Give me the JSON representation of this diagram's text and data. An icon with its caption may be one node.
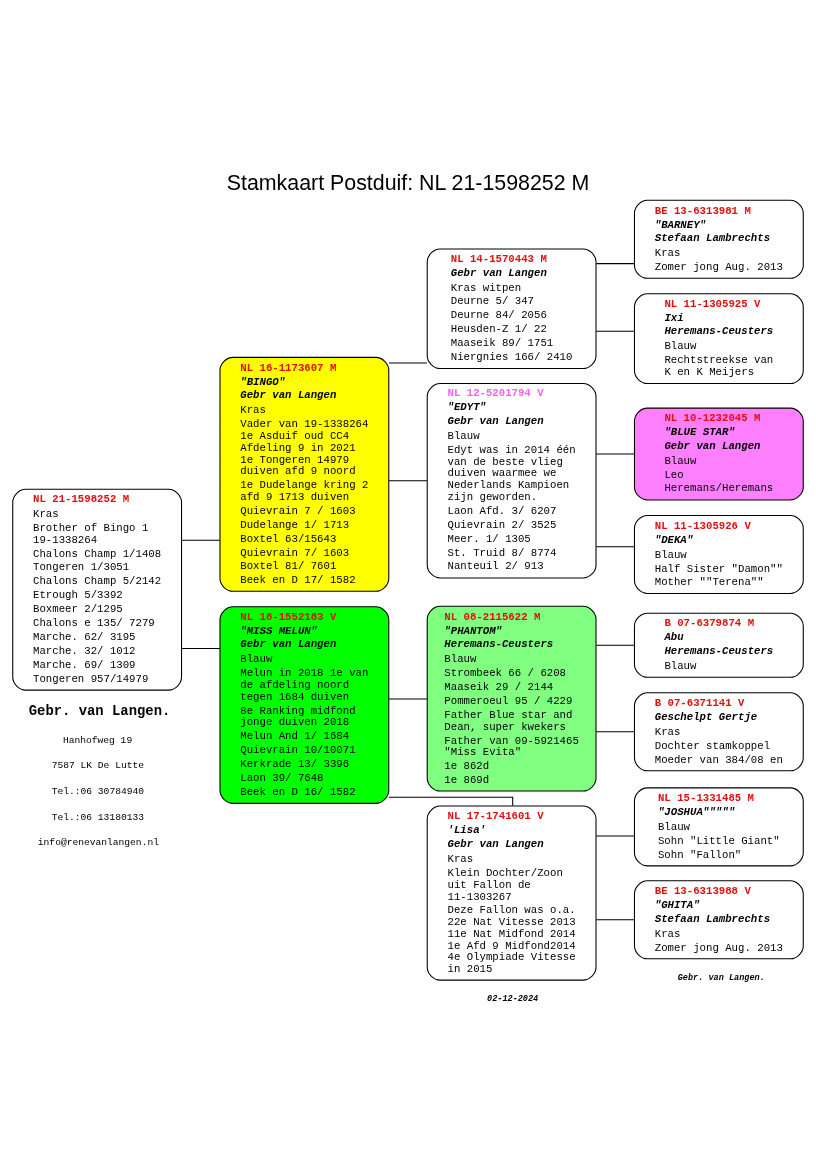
{
  "diagram": {
    "title": "Stamkaart Postduif: NL 21-1598252 M",
    "nodes": [
      {
        "text": [
          "NL 21-1598252 M",
          "Kras",
          "Brother of Bingo 1 19-1338264",
          "Chalons Champ 1/1408",
          "Tongeren 1/3051",
          "Chalons Champ 5/2142",
          "Etrough 5/3392",
          "Boxmeer 2/1295",
          "Chalons e 135/ 7279",
          "Marche. 62/ 3195",
          "Marche. 32/ 1012",
          "Marche. 69/ 1309",
          "Tongeren 957/14979"
        ]
      },
      {
        "text": [
          "NL 16-1173607 M",
          "\"BINGO\"",
          "Gebr van Langen",
          "Kras",
          "Vader van 19-1338264 1e Asduif oud CC4 Afdeling 9 in 2021 1e Tongeren 14979 duiven afd 9 noord",
          "1e Dudelange kring 2 afd 9 1713 duiven",
          "Quievrain 7 / 1603",
          "Dudelange 1/ 1713",
          "Boxtel 63/15643",
          "Quievrain 7/ 1603",
          "Boxtel 81/ 7601",
          "Beek en D 17/ 1582"
        ]
      },
      {
        "text": [
          "NL 18-1552183 V",
          "\"MISS MELUN\"",
          "Gebr van Langen",
          "Blauw",
          "Melun in 2018 1e van de afdeling noord tegen 1684 duiven",
          "8e Ranking midfond jonge duiven 2018",
          "Melun And 1/ 1684",
          "Quievrain 10/10071",
          "Kerkrade 13/ 3396",
          "Laon 39/ 7648",
          "Beek en D 16/ 1582"
        ]
      },
      {
        "text": [
          "NL 14-1570443 M",
          "Gebr van Langen",
          "Kras witpen",
          "Deurne 5/ 347",
          "Deurne 84/ 2056",
          "Heusden-Z 1/ 22",
          "Maaseik 89/ 1751",
          "Niergnies 166/ 2410"
        ]
      },
      {
        "text": [
          "NL 12-5201794 V",
          "\"EDYT\"",
          "Gebr van Langen",
          "Blauw",
          "Edyt was in 2014 één van de beste vlieg duiven waarmee we Nederlands Kampioen zijn geworden.",
          "Laon Afd. 3/ 6207",
          "Quievrain 2/ 3525",
          "Meer. 1/ 1305",
          "St. Truid 8/ 8774",
          "Nanteuil 2/ 913"
        ]
      },
      {
        "text": [
          "NL 08-2115622 M",
          "\"PHANTOM\"",
          "Heremans-Ceusters",
          "Blauw",
          "Strombeek 66 / 6208",
          "Maaseik 29 / 2144",
          "Pommeroeul 95 / 4229",
          "Father Blue star and Dean, super kwekers",
          "Father van 09-5921465 \"Miss Evita\"",
          "1e 862d",
          "1e 869d"
        ]
      },
      {
        "text": [
          "NL 17-1741601 V",
          "'Lisa'",
          "Gebr van Langen",
          "Kras",
          "Klein Dochter/Zoon uit Fallon de 11-1303267",
          "Deze Fallon was o.a. 22e Nat Vitesse 2013 11e Nat Midfond 2014 1e Afd 9 Midfond2014 4e Olympiade Vitesse in 2015"
        ]
      },
      {
        "text": [
          "BE 13-6313981 M",
          "\"BARNEY\"",
          "Stefaan Lambrechts",
          "Kras",
          "Zomer jong Aug. 2013"
        ]
      },
      {
        "text": [
          "NL 11-1305925 V",
          "Ixi",
          "Heremans-Ceusters",
          "Blauw",
          "Rechtstreekse van K en K Meijers"
        ]
      },
      {
        "text": [
          "NL 10-1232045 M",
          "\"BLUE STAR\"",
          "Gebr van Langen",
          "Blauw",
          "Leo",
          "Heremans/Heremans"
        ]
      },
      {
        "text": [
          "NL 11-1305926 V",
          "\"DEKA\"",
          "Blauw",
          "Half Sister \"Damon\"\"",
          "Mother \"\"Terena\"\""
        ]
      },
      {
        "text": [
          "B 07-6379874 M",
          "Abu",
          "Heremans-Ceusters",
          "Blauw"
        ]
      },
      {
        "text": [
          "B 07-6371141 V",
          "Geschelpt Gertje",
          "Kras",
          "Dochter stamkoppel",
          "Moeder van 384/08 en"
        ]
      },
      {
        "text": [
          "NL 15-1331485 M",
          "\"JOSHUA\"\"\"\"\"",
          "Blauw",
          "Sohn \"Little Giant\"",
          "Sohn \"Fallon\""
        ]
      },
      {
        "text": [
          "BE 13-6313988 V",
          "\"GHITA\"",
          "Stefaan Lambrechts",
          "Kras",
          "Zomer jong Aug. 2013"
        ]
      }
    ],
    "edges": [
      {
        "from": 0,
        "to": 1,
        "arrow": "none"
      },
      {
        "from": 0,
        "to": 2,
        "arrow": "none"
      },
      {
        "from": 1,
        "to": 3,
        "arrow": "none"
      },
      {
        "from": 1,
        "to": 4,
        "arrow": "none"
      },
      {
        "from": 2,
        "to": 5,
        "arrow": "none"
      },
      {
        "from": 2,
        "to": 6,
        "arrow": "none"
      },
      {
        "from": 3,
        "to": 7,
        "arrow": "none"
      },
      {
        "from": 3,
        "to": 8,
        "arrow": "none"
      },
      {
        "from": 4,
        "to": 9,
        "arrow": "none"
      },
      {
        "from": 4,
        "to": 10,
        "arrow": "none"
      },
      {
        "from": 5,
        "to": 11,
        "arrow": "none"
      },
      {
        "from": 5,
        "to": 12,
        "arrow": "none"
      },
      {
        "from": 6,
        "to": 13,
        "arrow": "none"
      },
      {
        "from": 6,
        "to": 14,
        "arrow": "none"
      }
    ],
    "labels": [
      "Gebr. van Langen.",
      "Hanhofweg 19",
      "7587 LK De Lutte",
      "Tel.:06 30784940",
      "Tel.:06 13180133",
      "info@renevanlangen.nl",
      "02-12-2024",
      "Gebr. van Langen."
    ]
  }
}
